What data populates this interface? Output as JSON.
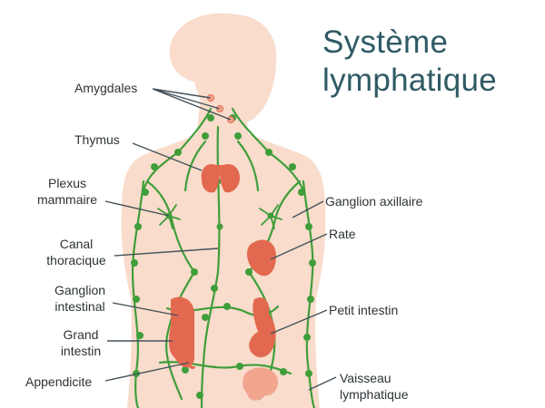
{
  "title": {
    "line1": "Système",
    "line2": "lymphatique"
  },
  "labels": {
    "amygdales": "Amygdales",
    "thymus": "Thymus",
    "plexus_mammaire_1": "Plexus",
    "plexus_mammaire_2": "mammaire",
    "canal_thoracique_1": "Canal",
    "canal_thoracique_2": "thoracique",
    "ganglion_intestinal_1": "Ganglion",
    "ganglion_intestinal_2": "intestinal",
    "grand_intestin_1": "Grand",
    "grand_intestin_2": "intestin",
    "appendicite": "Appendicite",
    "ganglion_axillaire": "Ganglion axillaire",
    "rate": "Rate",
    "petit_intestin": "Petit intestin",
    "vaisseau_lymphatique_1": "Vaisseau",
    "vaisseau_lymphatique_2": "lymphatique"
  },
  "colors": {
    "body": "#f9dccb",
    "vessel": "#3f9e3a",
    "organ": "#e2694f",
    "leader": "#45525a",
    "title": "#2f5a64"
  }
}
